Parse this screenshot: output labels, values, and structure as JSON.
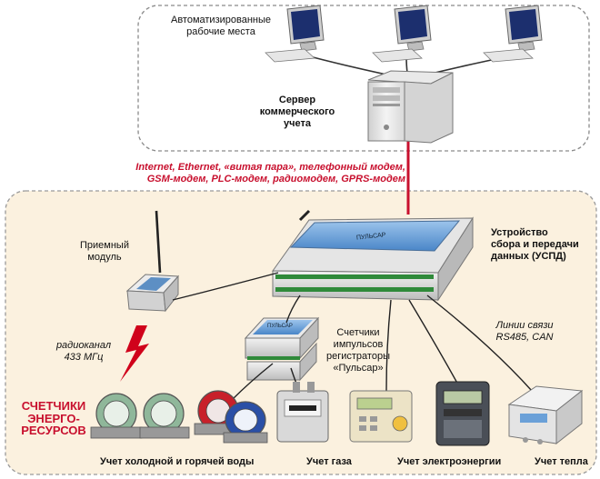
{
  "workstations": {
    "label_line1": "Автоматизированные",
    "label_line2": "рабочие места"
  },
  "server": {
    "label_line1": "Сервер",
    "label_line2": "коммерческого",
    "label_line3": "учета"
  },
  "channels": {
    "line1": "Internet, Ethernet, «витая пара», телефонный модем,",
    "line2": "GSM-модем, PLC-модем, радиомодем, GPRS-модем"
  },
  "uspd": {
    "label_line1": "Устройство",
    "label_line2": "сбора и передачи",
    "label_line3": "данных (УСПД)",
    "device_text": "ПУЛЬСАР"
  },
  "receiver": {
    "label_line1": "Приемный",
    "label_line2": "модуль"
  },
  "radio": {
    "label_line1": "радиоканал",
    "label_line2": "433 МГц"
  },
  "pulse_counters": {
    "label_line1": "Счетчики",
    "label_line2": "импульсов",
    "label_line3": "регистраторы",
    "label_line4": "«Пульсар»",
    "device_text": "ПУЛЬСАР"
  },
  "comm_lines": {
    "label_line1": "Линии связи",
    "label_line2": "RS485, CAN"
  },
  "energy_meters": {
    "label_line1": "СЧЕТЧИКИ",
    "label_line2": "ЭНЕРГО-",
    "label_line3": "РЕСУРСОВ"
  },
  "captions": {
    "water": "Учет холодной и горячей воды",
    "gas": "Учет газа",
    "electricity": "Учет электроэнергии",
    "heat": "Учет тепла"
  },
  "colors": {
    "accent_red": "#c8102e",
    "panel_beige": "#fbf1df",
    "dash": "#8a8a8a",
    "device_blue": "#6aa0d8"
  }
}
